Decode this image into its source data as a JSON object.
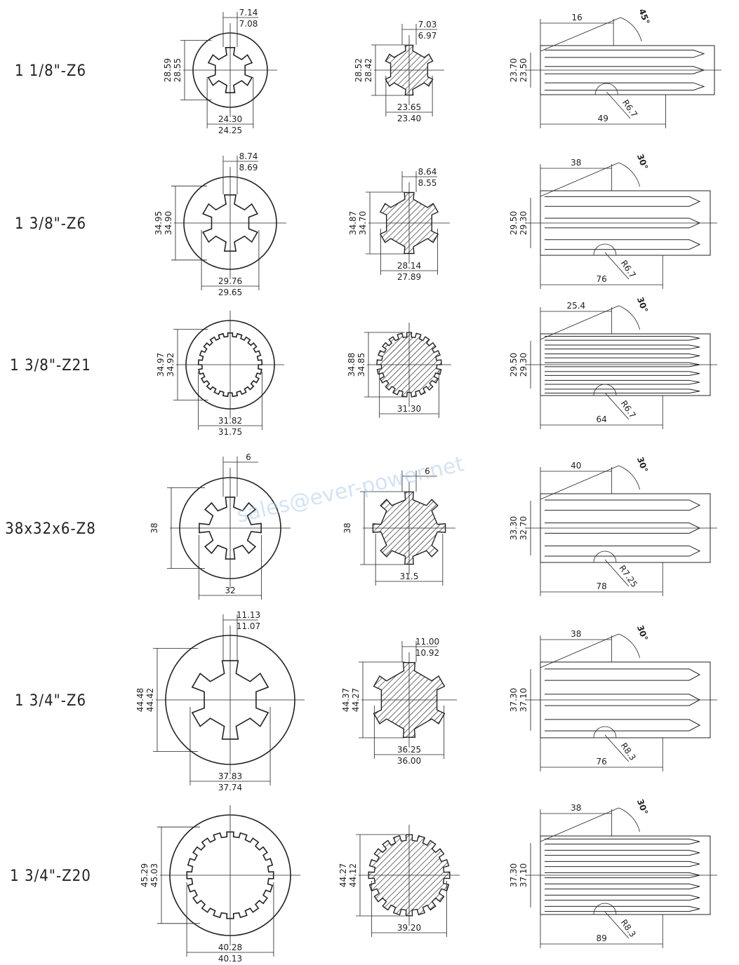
{
  "watermark": "sales@ever-power.net",
  "rows": [
    {
      "label": "1 1/8\"-Z6",
      "hub": {
        "teeth": 6,
        "key_top": "7.14",
        "key_bot": "7.08",
        "od_top": "28.59",
        "od_bot": "28.55",
        "id_top": "24.30",
        "id_bot": "24.25"
      },
      "shaft": {
        "teeth": 6,
        "key_top": "7.03",
        "key_bot": "6.97",
        "od_top": "28.52",
        "od_bot": "28.42",
        "id_top": "23.65",
        "id_bot": "23.40"
      },
      "side": {
        "len_top": "16",
        "angle": "45°",
        "h_top": "23.70",
        "h_bot": "23.50",
        "radius": "R6.7",
        "length": "49"
      }
    },
    {
      "label": "1 3/8\"-Z6",
      "hub": {
        "teeth": 6,
        "key_top": "8.74",
        "key_bot": "8.69",
        "od_top": "34.95",
        "od_bot": "34.90",
        "id_top": "29.76",
        "id_bot": "29.65"
      },
      "shaft": {
        "teeth": 6,
        "key_top": "8.64",
        "key_bot": "8.55",
        "od_top": "34.87",
        "od_bot": "34.70",
        "id_top": "28.14",
        "id_bot": "27.89"
      },
      "side": {
        "len_top": "38",
        "angle": "30°",
        "h_top": "29.50",
        "h_bot": "29.30",
        "radius": "R6.7",
        "length": "76"
      }
    },
    {
      "label": "1 3/8\"-Z21",
      "hub": {
        "teeth": 21,
        "key_top": "",
        "key_bot": "",
        "od_top": "34.97",
        "od_bot": "34.92",
        "id_top": "31.82",
        "id_bot": "31.75"
      },
      "shaft": {
        "teeth": 21,
        "key_top": "",
        "key_bot": "",
        "od_top": "34.88",
        "od_bot": "34.85",
        "id_top": "31.30",
        "id_bot": ""
      },
      "side": {
        "len_top": "25.4",
        "angle": "30°",
        "h_top": "29.50",
        "h_bot": "29.30",
        "radius": "R6.7",
        "length": "64"
      }
    },
    {
      "label": "38x32x6-Z8",
      "hub": {
        "teeth": 8,
        "key_top": "6",
        "key_bot": "",
        "od_top": "38",
        "od_bot": "",
        "id_top": "32",
        "id_bot": ""
      },
      "shaft": {
        "teeth": 8,
        "key_top": "6",
        "key_bot": "",
        "od_top": "38",
        "od_bot": "",
        "id_top": "31.5",
        "id_bot": ""
      },
      "side": {
        "len_top": "40",
        "angle": "30°",
        "h_top": "33.30",
        "h_bot": "32.70",
        "radius": "R7.25",
        "length": "78"
      }
    },
    {
      "label": "1 3/4\"-Z6",
      "hub": {
        "teeth": 6,
        "key_top": "11.13",
        "key_bot": "11.07",
        "od_top": "44.48",
        "od_bot": "44.42",
        "id_top": "37.83",
        "id_bot": "37.74"
      },
      "shaft": {
        "teeth": 6,
        "key_top": "11.00",
        "key_bot": "10.92",
        "od_top": "44.37",
        "od_bot": "44.27",
        "id_top": "36.25",
        "id_bot": "36.00"
      },
      "side": {
        "len_top": "38",
        "angle": "30°",
        "h_top": "37.30",
        "h_bot": "37.10",
        "radius": "R8.3",
        "length": "76"
      }
    },
    {
      "label": "1 3/4\"-Z20",
      "hub": {
        "teeth": 20,
        "key_top": "",
        "key_bot": "",
        "od_top": "45.29",
        "od_bot": "45.03",
        "id_top": "40.28",
        "id_bot": "40.13"
      },
      "shaft": {
        "teeth": 20,
        "key_top": "",
        "key_bot": "",
        "od_top": "44.27",
        "od_bot": "44.12",
        "id_top": "39.20",
        "id_bot": ""
      },
      "side": {
        "len_top": "38",
        "angle": "30°",
        "h_top": "37.30",
        "h_bot": "37.10",
        "radius": "R8.3",
        "length": "89"
      }
    }
  ]
}
